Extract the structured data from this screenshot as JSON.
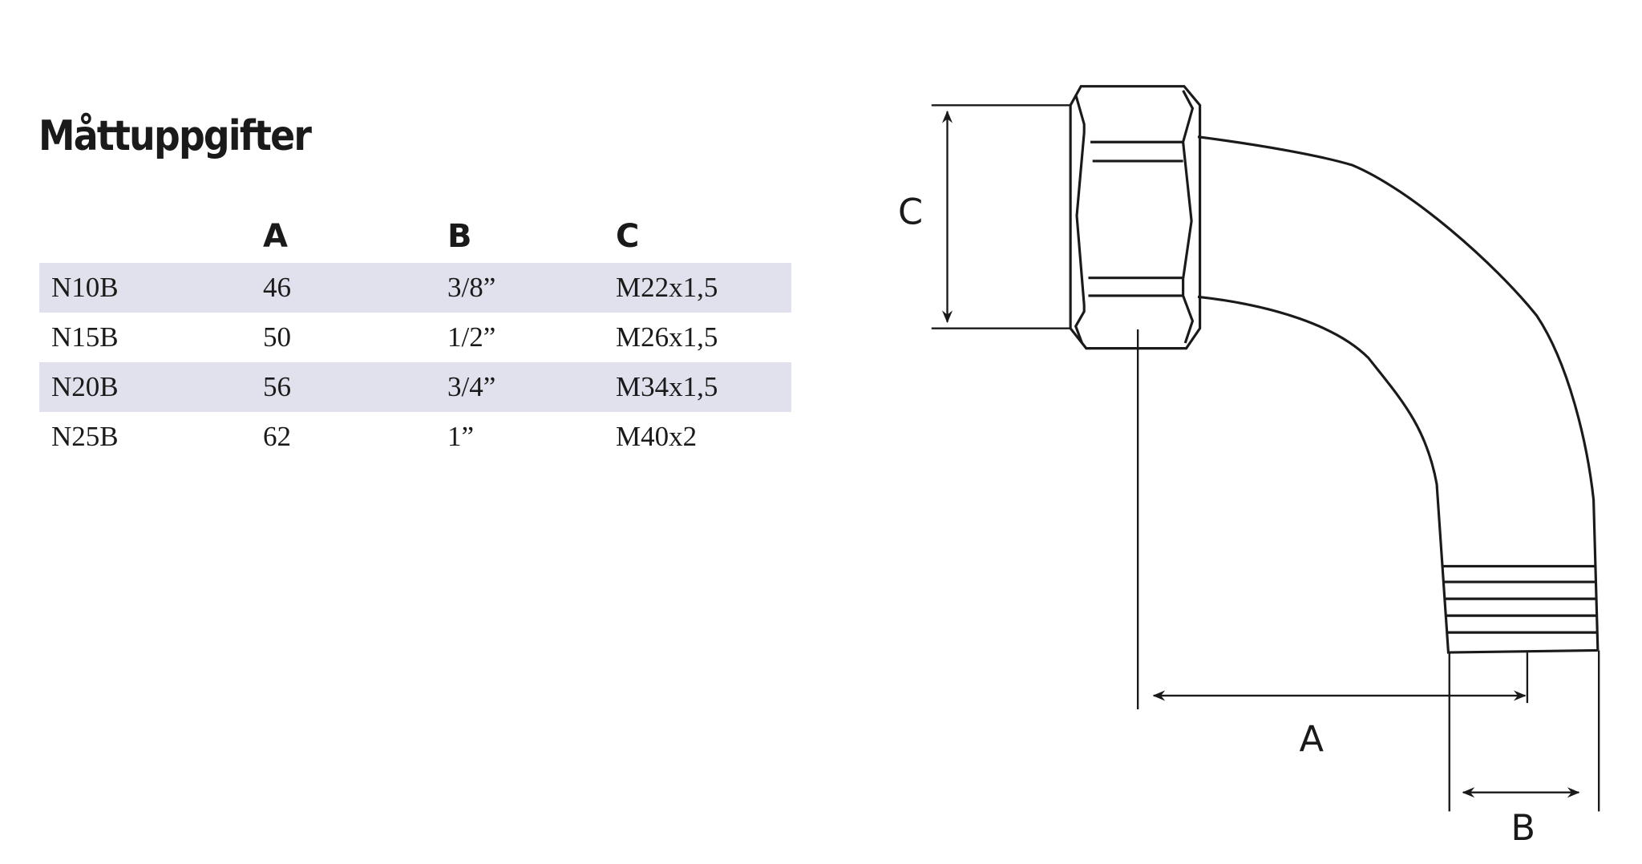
{
  "title": "Måttuppgifter",
  "table": {
    "headers": [
      "",
      "A",
      "B",
      "C"
    ],
    "rows": [
      [
        "N10B",
        "46",
        "3/8”",
        "M22x1,5"
      ],
      [
        "N15B",
        "50",
        "1/2”",
        "M26x1,5"
      ],
      [
        "N20B",
        "56",
        "3/4”",
        "M34x1,5"
      ],
      [
        "N25B",
        "62",
        "1”",
        "M40x2"
      ]
    ],
    "shade_color": "#e1e1ed"
  },
  "diagram": {
    "label_a": "A",
    "label_b": "B",
    "label_c": "C"
  }
}
